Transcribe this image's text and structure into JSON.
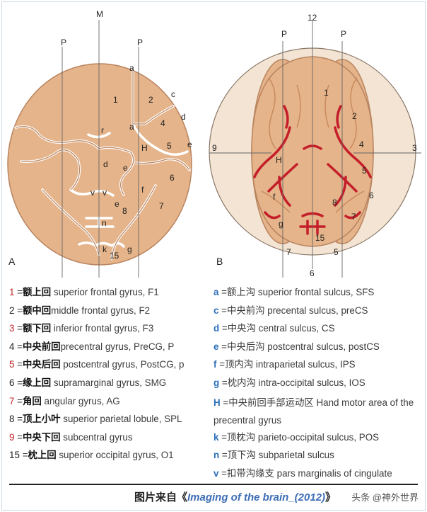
{
  "figure": {
    "panel_a": {
      "label": "A",
      "labels": {
        "M": "M",
        "P_left": "P",
        "P_right": "P",
        "a1": "a",
        "a2": "a",
        "c": "c",
        "d1": "d",
        "d2": "d",
        "e1": "e",
        "e2": "e",
        "e3": "e",
        "r": "r",
        "H": "H",
        "v1": "v",
        "v2": "v",
        "n": "n",
        "k": "k",
        "g": "g",
        "f": "f",
        "n1": "1",
        "n2": "2",
        "n4": "4",
        "n5": "5",
        "n6": "6",
        "n7": "7",
        "n8": "8",
        "n15": "15"
      }
    },
    "panel_b": {
      "label": "B",
      "labels": {
        "top": "12",
        "bottom": "6",
        "left": "9",
        "right": "3",
        "P_left": "P",
        "P_right": "P",
        "n1": "1",
        "n2": "2",
        "n4": "4",
        "n5": "5",
        "n6": "6",
        "n7": "7",
        "n8": "8",
        "n15": "15",
        "H": "H",
        "f": "f",
        "g": "g",
        "b7": "7",
        "b5": "5"
      }
    },
    "colors": {
      "cortex": "#e5b48a",
      "cortex_dark": "#c98a5e",
      "sulcus_red": "#c41e2a",
      "skull": "#f3e4d3",
      "line": "#555555"
    }
  },
  "legend": {
    "left": [
      {
        "num": "1",
        "num_color": "#c0272d",
        "eq": " =",
        "cn": "额上回",
        "en": " superior frontal gyrus, F1"
      },
      {
        "num": "2",
        "num_color": "#222222",
        "eq": " =",
        "cn": "额中回",
        "en": "middle frontal gyrus, F2"
      },
      {
        "num": "3",
        "num_color": "#c0272d",
        "eq": " =",
        "cn": "额下回",
        "en": " inferior frontal gyrus, F3"
      },
      {
        "num": "4",
        "num_color": "#222222",
        "eq": " =",
        "cn": "中央前回",
        "en": "precentral gyrus, PreCG, P"
      },
      {
        "num": "5",
        "num_color": "#c0272d",
        "eq": " =",
        "cn": "中央后回",
        "en": " postcentral gyrus, PostCG, p"
      },
      {
        "num": "6",
        "num_color": "#222222",
        "eq": " =",
        "cn": "缘上回",
        "en": " supramarginal gyrus, SMG"
      },
      {
        "num": "7",
        "num_color": "#c0272d",
        "eq": " =",
        "cn": "角回",
        "en": " angular gyrus, AG"
      },
      {
        "num": "8",
        "num_color": "#222222",
        "eq": " =",
        "cn": "顶上小叶",
        "en": " superior parietal lobule, SPL"
      },
      {
        "num": "9",
        "num_color": "#c0272d",
        "eq": " =",
        "cn": "中央下回",
        "en": " subcentral gyrus"
      },
      {
        "num": "15",
        "num_color": "#222222",
        "eq": " =",
        "cn": "枕上回",
        "en": " superior occipital gyrus, O1"
      }
    ],
    "right": [
      {
        "key": "a",
        "text": " =额上沟 superior frontal sulcus, SFS"
      },
      {
        "key": "c",
        "text": " =中央前沟 precental sulcus, preCS"
      },
      {
        "key": "d",
        "text": " =中央沟 central sulcus, CS"
      },
      {
        "key": "e",
        "text": " =中央后沟 postcentral sulcus, postCS"
      },
      {
        "key": "f",
        "text": " =顶内沟 intraparietal sulcus, IPS"
      },
      {
        "key": "g",
        "text": " =枕内沟 intra-occipital sulcus, IOS"
      },
      {
        "key": "H",
        "text": " =中央前回手部运动区  Hand motor area of the precentral gyrus"
      },
      {
        "key": "k",
        "text": " =顶枕沟 parieto-occipital sulcus, POS"
      },
      {
        "key": "n",
        "text": " =顶下沟 subparietal sulcus"
      },
      {
        "key": "v",
        "text": " =扣带沟缘支 pars marginalis of cingulate"
      }
    ],
    "key_color": "#2b6fb8"
  },
  "caption": {
    "prefix": "图片来自《",
    "title": "Imaging of the brain_(2012)",
    "suffix": "》",
    "watermark": "头条 @神外世界"
  }
}
